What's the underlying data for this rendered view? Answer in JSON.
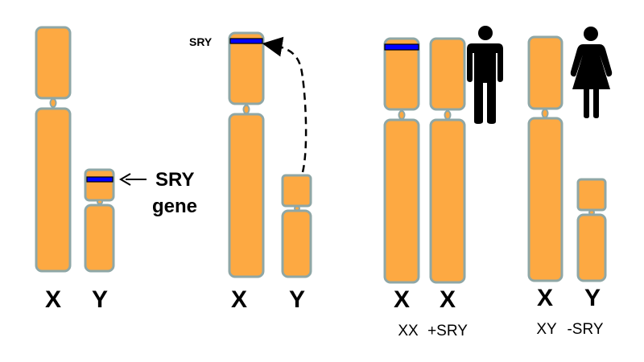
{
  "colors": {
    "chromosome": "#fda942",
    "outline": "#8fa7a6",
    "sry_band": "#0000ff"
  },
  "panel1": {
    "labels": [
      "X",
      "Y"
    ],
    "annotation_line1": "SRY",
    "annotation_line2": "gene"
  },
  "panel2": {
    "labels": [
      "X",
      "Y"
    ],
    "sry_label": "SRY"
  },
  "panel3": {
    "labels": [
      "X",
      "X"
    ],
    "caption_left": "XX",
    "caption_right": "+SRY",
    "icon": "male-figure-icon"
  },
  "panel4": {
    "labels": [
      "X",
      "Y"
    ],
    "caption_left": "XY",
    "caption_right": "-SRY",
    "icon": "female-figure-icon"
  }
}
